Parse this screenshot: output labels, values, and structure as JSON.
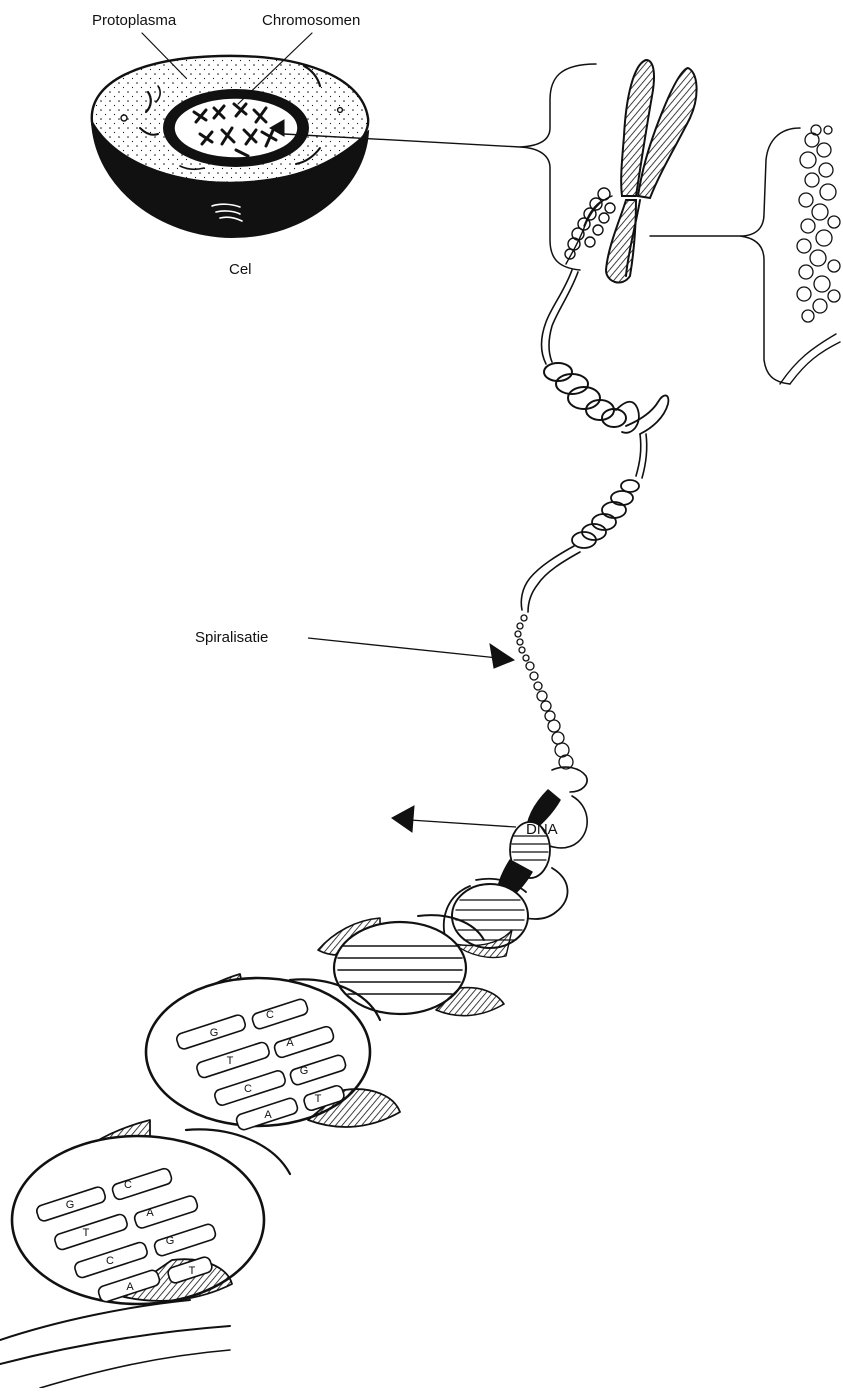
{
  "labels": {
    "protoplasma": "Protoplasma",
    "chromosomen": "Chromosomen",
    "cel": "Cel",
    "spiralisatie": "Spiralisatie",
    "dna": "DNA"
  },
  "base_pairs": {
    "rung_1": [
      "G",
      "C",
      "T",
      "A",
      "C",
      "G",
      "A",
      "T"
    ],
    "rung_2": [
      "G",
      "C",
      "T",
      "A",
      "C",
      "G",
      "A",
      "T"
    ]
  },
  "colors": {
    "ink": "#111111",
    "paper": "#ffffff"
  }
}
